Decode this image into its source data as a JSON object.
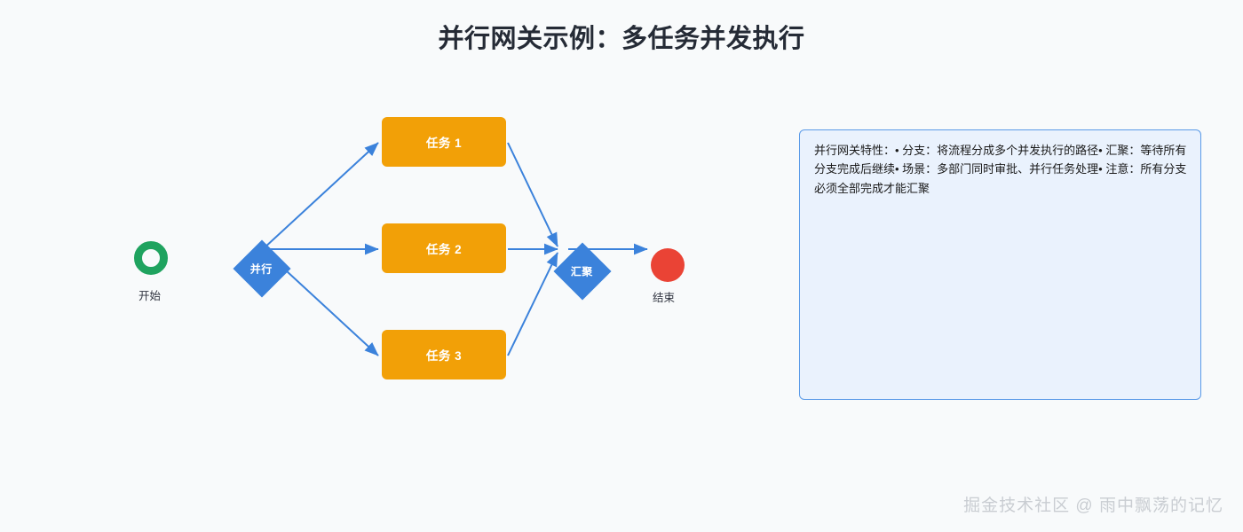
{
  "page": {
    "title": "并行网关示例：多任务并发执行",
    "background_color": "#f8fafb",
    "watermark": "掘金技术社区 @ 雨中飘荡的记忆"
  },
  "diagram": {
    "type": "bpmn-parallel-gateway-flow",
    "edge_color": "#3b82db",
    "nodes": {
      "start": {
        "label": "开始",
        "shape": "circle-ring",
        "color": "#1fa35f",
        "icon": "start-event-icon"
      },
      "fork_gateway": {
        "label": "并行",
        "shape": "diamond",
        "color": "#3b82db"
      },
      "task_1": {
        "label": "任务 1",
        "shape": "rounded-rect",
        "color": "#f2a007"
      },
      "task_2": {
        "label": "任务 2",
        "shape": "rounded-rect",
        "color": "#f2a007"
      },
      "task_3": {
        "label": "任务 3",
        "shape": "rounded-rect",
        "color": "#f2a007"
      },
      "join_gateway": {
        "label": "汇聚",
        "shape": "diamond",
        "color": "#3b82db"
      },
      "end": {
        "label": "结束",
        "shape": "circle-filled",
        "color": "#ea4335",
        "icon": "end-event-icon"
      }
    },
    "edges": [
      {
        "from": "fork_gateway",
        "to": "task_1",
        "label": ""
      },
      {
        "from": "fork_gateway",
        "to": "task_2",
        "label": ""
      },
      {
        "from": "fork_gateway",
        "to": "task_3",
        "label": ""
      },
      {
        "from": "task_1",
        "to": "join_gateway",
        "label": ""
      },
      {
        "from": "task_2",
        "to": "join_gateway",
        "label": ""
      },
      {
        "from": "task_3",
        "to": "join_gateway",
        "label": ""
      },
      {
        "from": "join_gateway",
        "to": "end",
        "label": ""
      }
    ]
  },
  "info_panel": {
    "text": "并行网关特性：• 分支：将流程分成多个并发执行的路径• 汇聚：等待所有分支完成后继续• 场景：多部门同时审批、并行任务处理• 注意：所有分支必须全部完成才能汇聚",
    "background_color": "#eaf2fd",
    "border_color": "#5a9ae8"
  }
}
